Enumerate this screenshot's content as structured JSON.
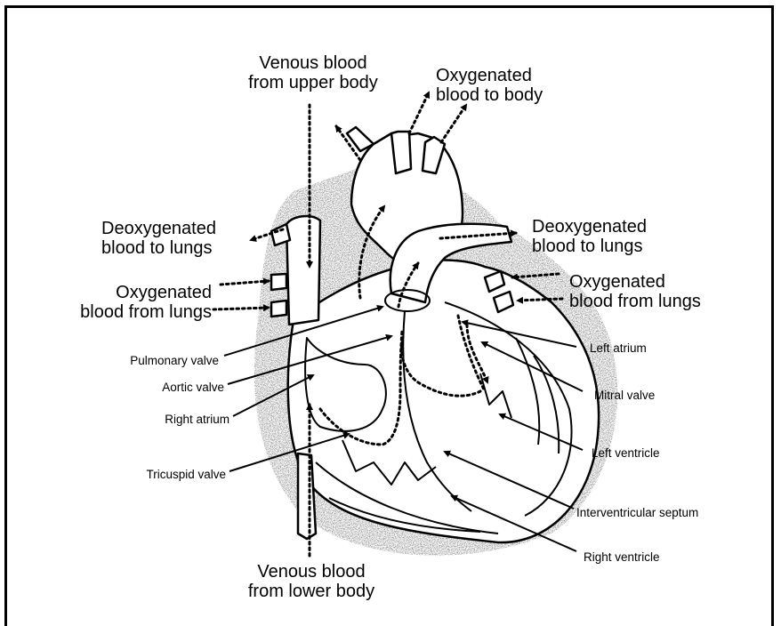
{
  "colors": {
    "ink": "#000000",
    "background": "#ffffff",
    "stipple": "#6b6b6b"
  },
  "flow_labels": {
    "venous_upper": [
      "Venous blood",
      "from upper body"
    ],
    "oxygenated_to_body": [
      "Oxygenated",
      "blood to body"
    ],
    "deoxy_lungs_left": [
      "Deoxygenated",
      "blood to lungs"
    ],
    "deoxy_lungs_right": [
      "Deoxygenated",
      "blood to lungs"
    ],
    "oxy_from_lungs_left": [
      "Oxygenated",
      "blood from lungs"
    ],
    "oxy_from_lungs_right": [
      "Oxygenated",
      "blood from lungs"
    ],
    "venous_lower": [
      "Venous blood",
      "from lower body"
    ]
  },
  "parts": {
    "pulmonary_valve": "Pulmonary valve",
    "aortic_valve": "Aortic valve",
    "right_atrium": "Right atrium",
    "tricuspid_valve": "Tricuspid valve",
    "left_atrium": "Left atrium",
    "mitral_valve": "Mitral valve",
    "left_ventricle": "Left ventricle",
    "interventricular_septum": "Interventricular septum",
    "right_ventricle": "Right ventricle"
  }
}
